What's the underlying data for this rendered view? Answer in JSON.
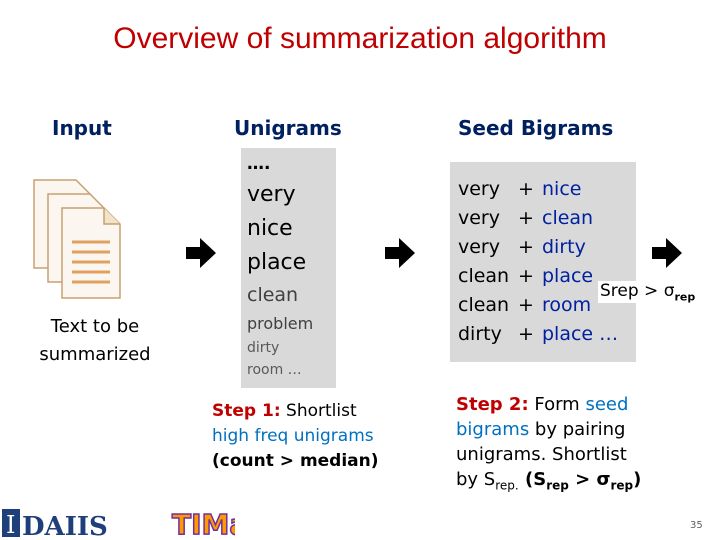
{
  "title": "Overview of summarization algorithm",
  "columns": {
    "input": "Input",
    "unigrams": "Unigrams",
    "seed_bigrams": "Seed Bigrams"
  },
  "input_label_line1": "Text to be",
  "input_label_line2": "summarized",
  "unigrams": [
    "….",
    "very",
    "nice",
    "place",
    "clean",
    "problem",
    "dirty",
    "room …"
  ],
  "bigrams": [
    {
      "w1": "very",
      "w2": "nice"
    },
    {
      "w1": "very",
      "w2": "clean"
    },
    {
      "w1": "very",
      "w2": "dirty"
    },
    {
      "w1": "clean",
      "w2": "place"
    },
    {
      "w1": "clean",
      "w2": "room"
    },
    {
      "w1": "dirty",
      "w2": "place …"
    }
  ],
  "plus": "+",
  "srep": {
    "text": "Srep > σ",
    "sub": "rep"
  },
  "step1": {
    "label": "Step 1:",
    "text1": " Shortlist",
    "text2": "high freq unigrams",
    "text3": "(count > median)"
  },
  "step2": {
    "label": "Step 2:",
    "text1": " Form ",
    "seed": "seed",
    "bigrams": "bigrams",
    "text2": " by pairing",
    "text3": "unigrams. Shortlist",
    "text4": "by S",
    "sub1": "rep.",
    "text5": " (S",
    "sub2": "rep",
    "text6": " > σ",
    "sub3": "rep",
    "text7": ")"
  },
  "page_number": "35",
  "logos": {
    "left": "DAIIS",
    "right": "TIMan"
  },
  "colors": {
    "title": "#c00000",
    "heading": "#002060",
    "accent": "#0070c0",
    "box": "#d9d9d9"
  }
}
